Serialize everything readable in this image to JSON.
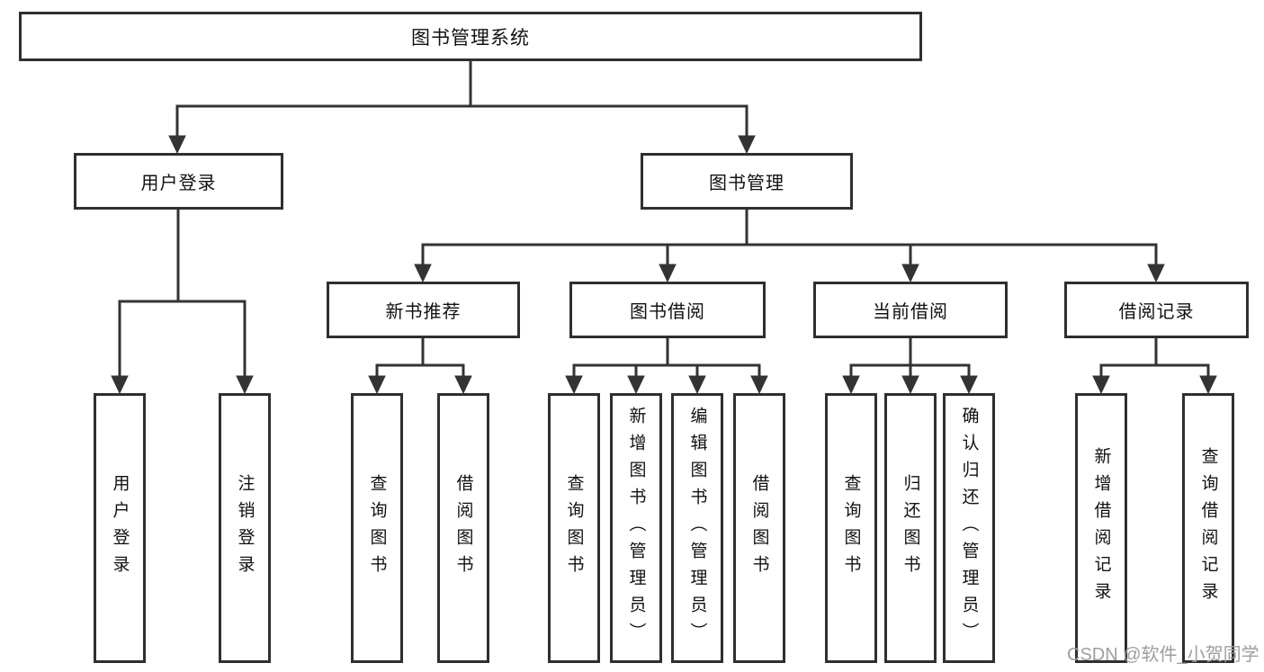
{
  "title": "图书管理系统",
  "colors": {
    "line": "#333333",
    "box_border": "#2f2f2f",
    "text": "#111111",
    "background": "#ffffff",
    "watermark": "#9e9e9e"
  },
  "nodes": {
    "root": "图书管理系统",
    "user_login": "用户登录",
    "book_management": "图书管理",
    "new_book_recommend": "新书推荐",
    "book_borrowing": "图书借阅",
    "current_borrowing": "当前借阅",
    "borrowing_records": "借阅记录",
    "leaf_user_login": "用户登录",
    "leaf_logout": "注销登录",
    "leaf_nb_query_books": "查询图书",
    "leaf_nb_borrow_books": "借阅图书",
    "leaf_bb_query_books": "查询图书",
    "leaf_bb_add_books": "新增图书（管理员）",
    "leaf_bb_edit_books": "编辑图书（管理员）",
    "leaf_bb_borrow_books": "借阅图书",
    "leaf_cb_query_books": "查询图书",
    "leaf_cb_return_books": "归还图书",
    "leaf_cb_confirm_return": "确认归还（管理员）",
    "leaf_br_add_record": "新增借阅记录",
    "leaf_br_query_record": "查询借阅记录"
  },
  "watermark": "CSDN @软件_小贺同学"
}
